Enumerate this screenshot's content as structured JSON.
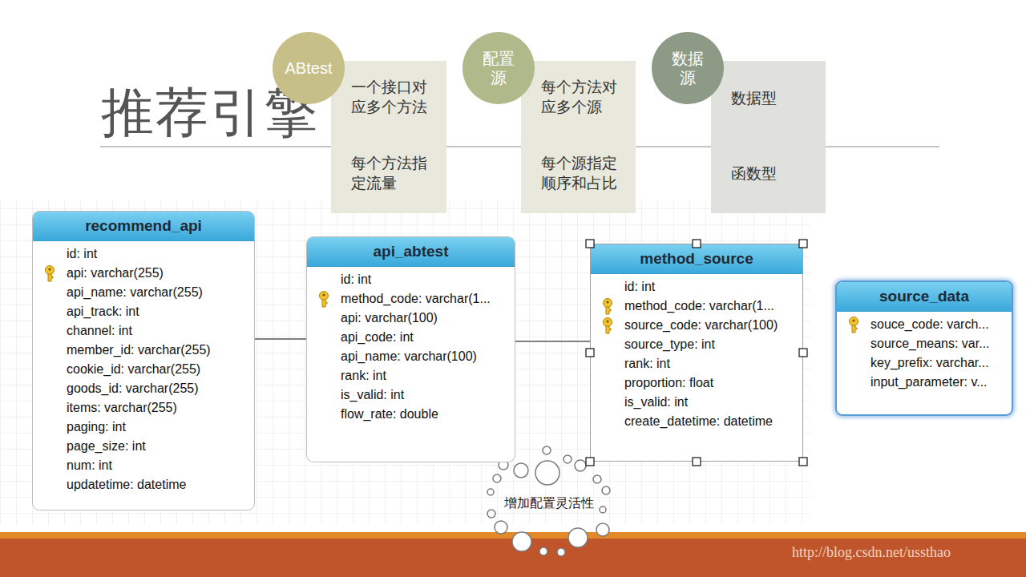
{
  "diagram": {
    "title": "推荐引擎",
    "nodes": [
      {
        "text": [
          "ABtest"
        ]
      },
      {
        "text": [
          "一个接口对应多个方法",
          "每个方法指定流量"
        ]
      },
      {
        "text": [
          "配置 源"
        ]
      },
      {
        "text": [
          "每个方法对应多个源",
          "每个源指定顺序和占比"
        ]
      },
      {
        "text": [
          "数据 源"
        ]
      },
      {
        "text": [
          "数据型",
          "函数型"
        ]
      },
      {
        "text": [
          "recommend_api",
          "id: int",
          "api: varchar(255)",
          "api_name: varchar(255)",
          "api_track: int",
          "channel: int",
          "member_id: varchar(255)",
          "cookie_id: varchar(255)",
          "goods_id: varchar(255)",
          "items: varchar(255)",
          "paging: int",
          "page_size: int",
          "num: int",
          "updatetime: datetime"
        ]
      },
      {
        "text": [
          "api_abtest",
          "id: int",
          "method_code: varchar(1...",
          "api: varchar(100)",
          "api_code: int",
          "api_name: varchar(100)",
          "rank: int",
          "is_valid: int",
          "flow_rate: double"
        ]
      },
      {
        "text": [
          "method_source",
          "id: int",
          "method_code: varchar(1...",
          "source_code: varchar(100)",
          "source_type: int",
          "rank: int",
          "proportion: float",
          "is_valid: int",
          "create_datetime: datetime"
        ]
      },
      {
        "text": [
          "source_data",
          "souce_code: varch...",
          "source_means: var...",
          "key_prefix: varchar...",
          "input_parameter: v..."
        ]
      }
    ],
    "edges": [
      {
        "from": 6,
        "to": 7,
        "arrow": "none"
      },
      {
        "from": 7,
        "to": 8,
        "arrow": "none"
      }
    ],
    "labels": [
      "增加配置灵活性",
      "http://blog.csdn.net/ussthao"
    ]
  }
}
